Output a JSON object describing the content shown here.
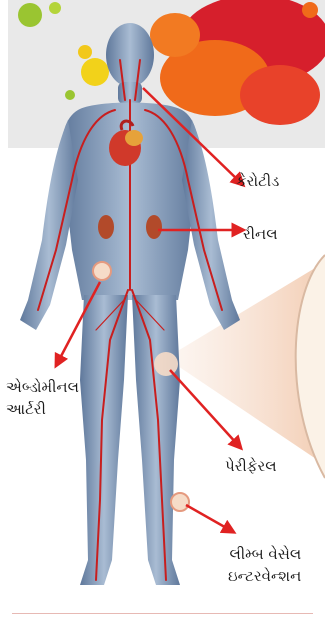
{
  "labels": {
    "carotid": "કેરોટીડ",
    "renal": "રીનલ",
    "abdominal_line1": "એબ્ડોમીનલ",
    "abdominal_line2": "આર્ટરી",
    "peripheral": "પેરીફેરલ",
    "limb_line1": "લીમ્બ વેસેલ",
    "limb_line2": "ઇન્ટરવેન્શન"
  },
  "colors": {
    "arrow": "#e02222",
    "body": "#7f96b5",
    "vessel": "#c81e1e",
    "splash_orange": "#f06a1a",
    "splash_red": "#d61f2c",
    "splash_yellow": "#f2d21a",
    "splash_green": "#9ac531",
    "zoom_wedge": "#f5d9c7"
  }
}
